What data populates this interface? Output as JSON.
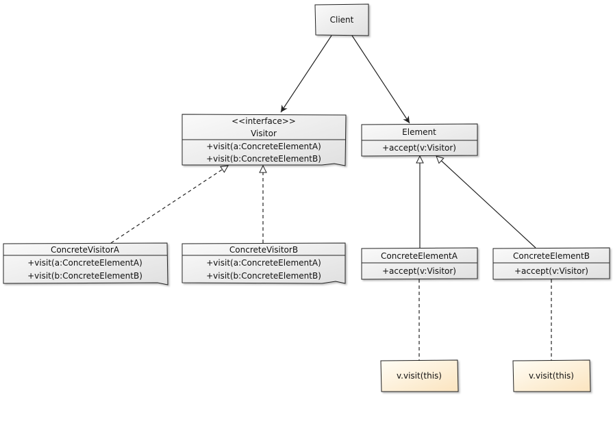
{
  "client": {
    "label": "Client"
  },
  "visitor": {
    "stereotype": "<<interface>>",
    "name": "Visitor",
    "methods": [
      "+visit(a:ConcreteElementA)",
      "+visit(b:ConcreteElementB)"
    ]
  },
  "element": {
    "name": "Element",
    "methods": [
      "+accept(v:Visitor)"
    ]
  },
  "concrete_visitor_a": {
    "name": "ConcreteVisitorA",
    "methods": [
      "+visit(a:ConcreteElementA)",
      "+visit(b:ConcreteElementB)"
    ]
  },
  "concrete_visitor_b": {
    "name": "ConcreteVisitorB",
    "methods": [
      "+visit(a:ConcreteElementA)",
      "+visit(b:ConcreteElementB)"
    ]
  },
  "concrete_element_a": {
    "name": "ConcreteElementA",
    "methods": [
      "+accept(v:Visitor)"
    ]
  },
  "concrete_element_b": {
    "name": "ConcreteElementB",
    "methods": [
      "+accept(v:Visitor)"
    ]
  },
  "note_a": {
    "text": "v.visit(this)"
  },
  "note_b": {
    "text": "v.visit(this)"
  },
  "colors": {
    "box_fill": "#ececec",
    "note_fill": "#fbe9cc",
    "stroke": "#222222"
  }
}
